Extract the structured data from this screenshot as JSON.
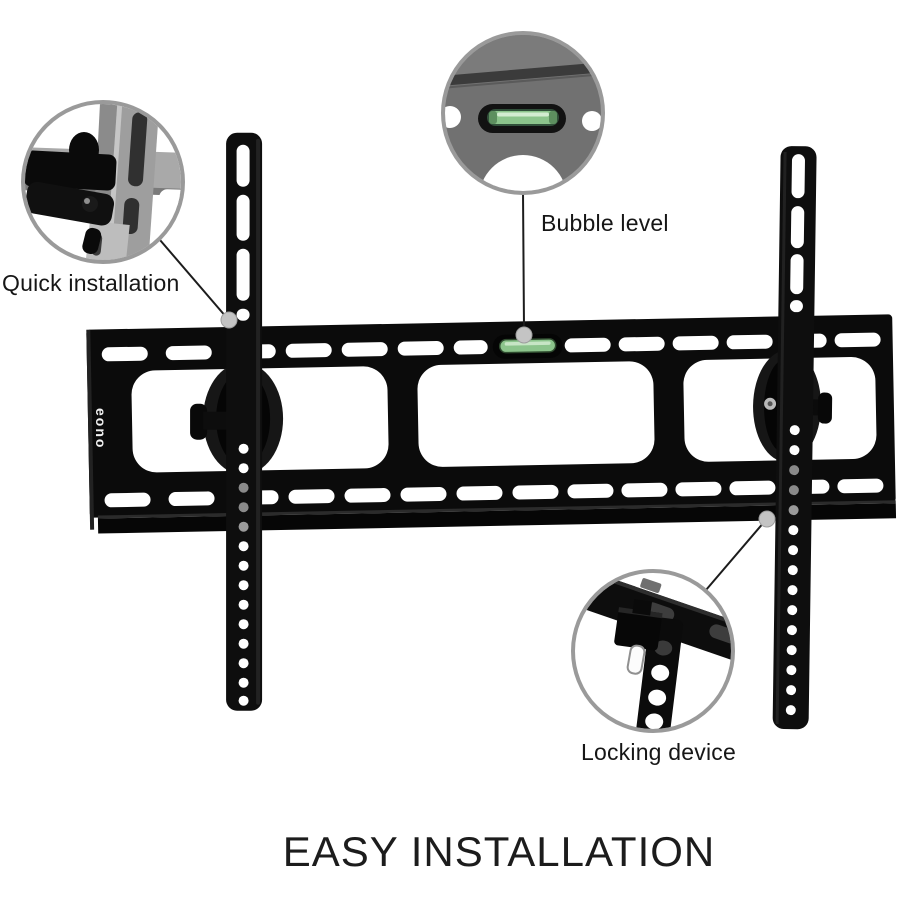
{
  "product_diagram": {
    "brand_logo": "eono",
    "heading": "EASY INSTALLATION",
    "callouts": [
      {
        "id": "quick-installation",
        "label": "Quick installation"
      },
      {
        "id": "bubble-level",
        "label": "Bubble level"
      },
      {
        "id": "locking-device",
        "label": "Locking device"
      }
    ],
    "colors": {
      "bubble_level_green": "#8cc48c",
      "bracket_black": "#0b0b0b",
      "callout_ring_gray": "#9a9a9a",
      "label_text": "#161616"
    }
  }
}
